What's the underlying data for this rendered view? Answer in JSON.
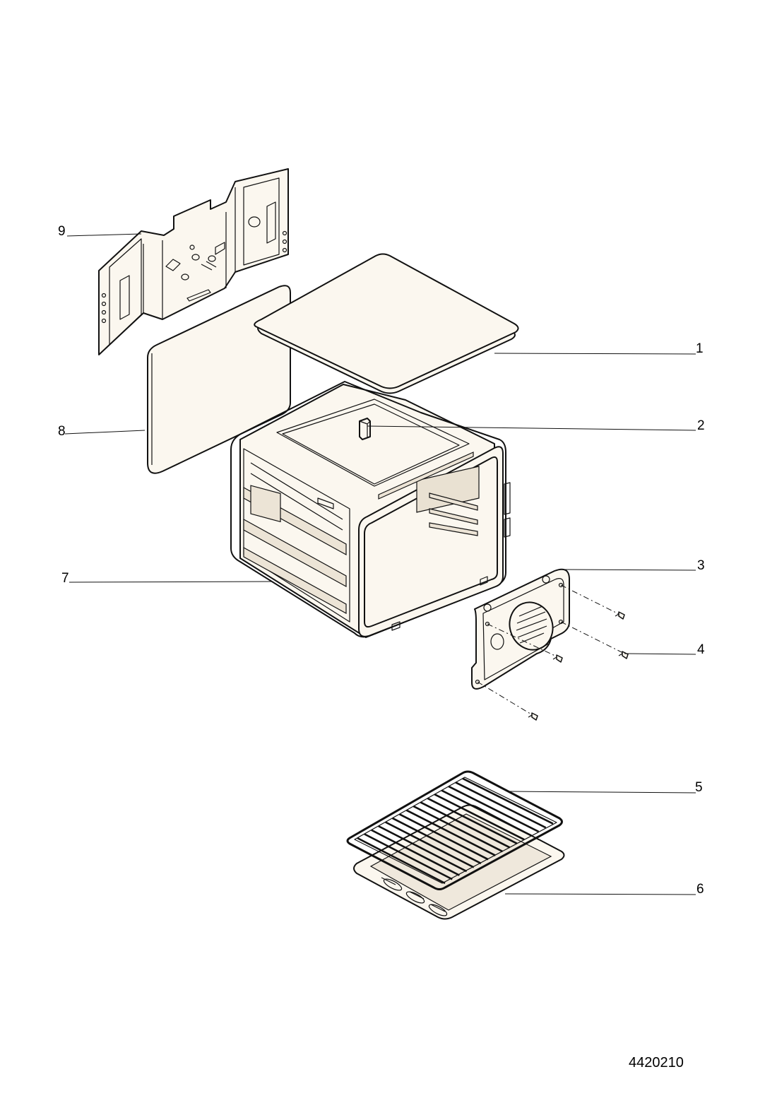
{
  "diagram": {
    "callouts": [
      {
        "id": "1",
        "label": "1"
      },
      {
        "id": "2",
        "label": "2"
      },
      {
        "id": "3",
        "label": "3"
      },
      {
        "id": "4",
        "label": "4"
      },
      {
        "id": "5",
        "label": "5"
      },
      {
        "id": "6",
        "label": "6"
      },
      {
        "id": "7",
        "label": "7"
      },
      {
        "id": "8",
        "label": "8"
      },
      {
        "id": "9",
        "label": "9"
      }
    ],
    "document_number": "4420210"
  }
}
